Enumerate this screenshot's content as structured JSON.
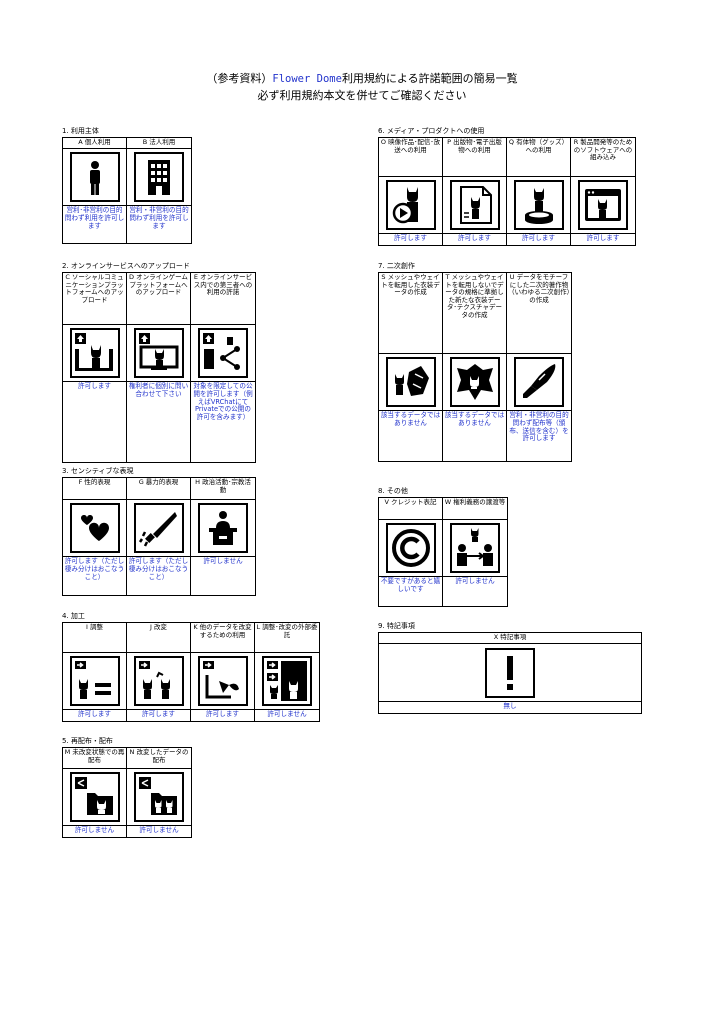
{
  "header": {
    "line1_open": "（参考資料）",
    "line1_name": "Flower Dome",
    "line1_rest": "利用規約による許諾範囲の簡易一覧",
    "line2": "必ず利用規約本文を併せてご確認ください"
  },
  "sections": {
    "s1": {
      "title": "1. 利用主体",
      "items": [
        {
          "label": "A 個人利用",
          "answer": "営利･非営利の目的問わず利用を許可します",
          "icon": "person-icon"
        },
        {
          "label": "B 法人利用",
          "answer": "営利・非営利の目的問わず利用を許可します",
          "icon": "building-icon"
        }
      ]
    },
    "s2": {
      "title": "2. オンラインサービスへのアップロード",
      "items": [
        {
          "label": "C ソーシャルコミュニケーションプラットフォームへのアップロード",
          "answer": "許可します",
          "icon": "upload-avatar-icon"
        },
        {
          "label": "D オンラインゲームプラットフォームへのアップロード",
          "answer": "権利者に個別に問い合わせて下さい",
          "icon": "upload-game-icon"
        },
        {
          "label": "E オンラインサービス内での第三者への利用の許諾",
          "answer": "対象を限定しての公開を許可します（例えばVRChatにてPrivateでの公開の許可を含みます）",
          "icon": "upload-share-icon"
        }
      ]
    },
    "s3": {
      "title": "3. センシティブな表現",
      "items": [
        {
          "label": "F 性的表現",
          "answer": "許可します（ただし棲み分けはおこなうこと）",
          "icon": "hearts-icon"
        },
        {
          "label": "G 暴力的表現",
          "answer": "許可します（ただし棲み分けはおこなうこと）",
          "icon": "knife-icon"
        },
        {
          "label": "H 政治活動･宗教活動",
          "answer": "許可しません",
          "icon": "podium-icon"
        }
      ]
    },
    "s4": {
      "title": "4. 加工",
      "items": [
        {
          "label": "I 調整",
          "answer": "許可します",
          "icon": "adjust-icon"
        },
        {
          "label": "J 改変",
          "answer": "許可します",
          "icon": "modify-icon"
        },
        {
          "label": "K 他のデータを改変するための利用",
          "answer": "許可します",
          "icon": "use-other-icon"
        },
        {
          "label": "L 調整･改変の外部委託",
          "answer": "許可しません",
          "icon": "outsource-icon"
        }
      ]
    },
    "s5": {
      "title": "5. 再配布・配布",
      "items": [
        {
          "label": "M 未改変状態での再配布",
          "answer": "許可しません",
          "icon": "redistribute-icon"
        },
        {
          "label": "N 改変したデータの配布",
          "answer": "許可しません",
          "icon": "distribute-modified-icon"
        }
      ]
    },
    "s6": {
      "title": "6. メディア・プロダクトへの使用",
      "items": [
        {
          "label": "O 映像作品･配信･放送への利用",
          "answer": "許可します",
          "icon": "video-icon"
        },
        {
          "label": "P 出版物･電子出版物への利用",
          "answer": "許可します",
          "icon": "document-icon"
        },
        {
          "label": "Q 有体物（グッズ）への利用",
          "answer": "許可します",
          "icon": "figure-icon"
        },
        {
          "label": "R 製品開発等のためのソフトウェアへの組み込み",
          "answer": "許可します",
          "icon": "software-icon"
        }
      ]
    },
    "s7": {
      "title": "7. 二次創作",
      "items": [
        {
          "label": "S メッシュやウェイトを転用した衣装データの作成",
          "answer": "該当するデータではありません",
          "icon": "cloth-icon"
        },
        {
          "label": "T メッシュやウェイトを転用しないでデータの規格に準拠した新たな衣装データ･テクスチャデータの作成",
          "answer": "該当するデータではありません",
          "icon": "texture-icon"
        },
        {
          "label": "U データをモチーフにした二次的著作物（いわゆる二次創作）の作成",
          "answer": "営利・非営利の目的問わず配布等（頒布、送信を含む）を許可します",
          "icon": "pen-icon"
        }
      ]
    },
    "s8": {
      "title": "8. その他",
      "items": [
        {
          "label": "V クレジット表記",
          "answer": "不要ですがあると嬉しいです",
          "icon": "copyright-icon"
        },
        {
          "label": "W 権利義務の譲渡等",
          "answer": "許可しません",
          "icon": "transfer-icon"
        }
      ]
    },
    "s9": {
      "title": "9. 特記事項",
      "items": [
        {
          "label": "X 特記事項",
          "answer": "無し",
          "icon": "exclamation-icon"
        }
      ]
    }
  }
}
